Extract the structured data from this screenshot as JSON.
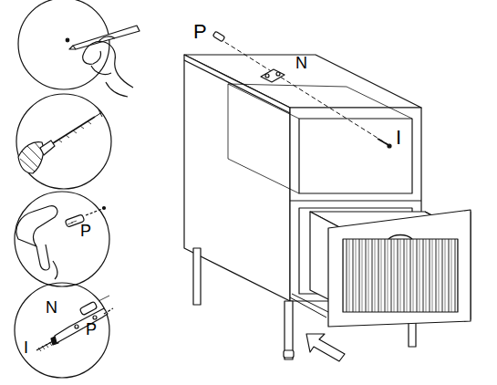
{
  "diagram": {
    "labels": [
      "P",
      "N",
      "I",
      "P",
      "N",
      "P",
      "I"
    ]
  }
}
